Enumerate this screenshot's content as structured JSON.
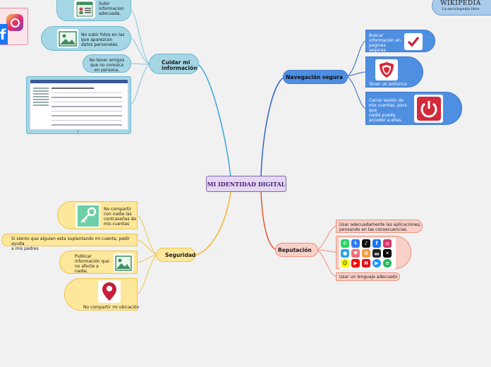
{
  "central": "MI IDENTIDAD DIGITAL",
  "wiki": {
    "name": "Wikipedia",
    "tagline": "La enciclopedia libre"
  },
  "branches": {
    "cuidar": {
      "label": "Cuidar mi\ninformación",
      "items": [
        "Subir\ninformacion\nadecuada.",
        "No subir fotos en las\nque aparezcan\ndatos personales.",
        "No tener amigos\nque no conozca\nen persona.",
        "i"
      ]
    },
    "navegacion": {
      "label": "Navegación segura",
      "items": [
        "Buscar\ninformación en\npaginas\nseguras",
        "Tener un antivirus",
        "Cerrar sesión de\nmis cuentas, para\nque\nnadie pueda\nacceder a ellas."
      ]
    },
    "seguridad": {
      "label": "Seguridad",
      "items": [
        "No compartir\ncon nadie las\ncontraseñas de\nmis cuentas",
        "Si siento que alguien esta suplantando mi cuenta, pedir ayuda\na mis padres",
        "Publicar\ninformación que\nno afecte a\nnadie.",
        "No compartir mi ubicación"
      ]
    },
    "reputacion": {
      "label": "Reputación",
      "items": [
        "Usar adecuadamente las aplicaciones,\npensando en las consecuencias.",
        "Usar un lenguaje adecuado"
      ]
    }
  },
  "app_icons": [
    "whatsapp-icon",
    "messenger-icon",
    "tiktok-icon",
    "facebook-icon",
    "instagram-icon",
    "qq-icon",
    "heart-app-icon",
    "games-icon",
    "deezer-icon",
    "capcut-icon",
    "snapchat-icon",
    "netflix-icon",
    "youtube-icon",
    "prime-video-icon",
    "spotify-icon"
  ],
  "colors": {
    "navegacion": "#4f8fe2",
    "cuidar": "#a4d6e6",
    "seguridad": "#fde79a",
    "reputacion": "#f9d0c8",
    "central": "#e3d7f4"
  }
}
